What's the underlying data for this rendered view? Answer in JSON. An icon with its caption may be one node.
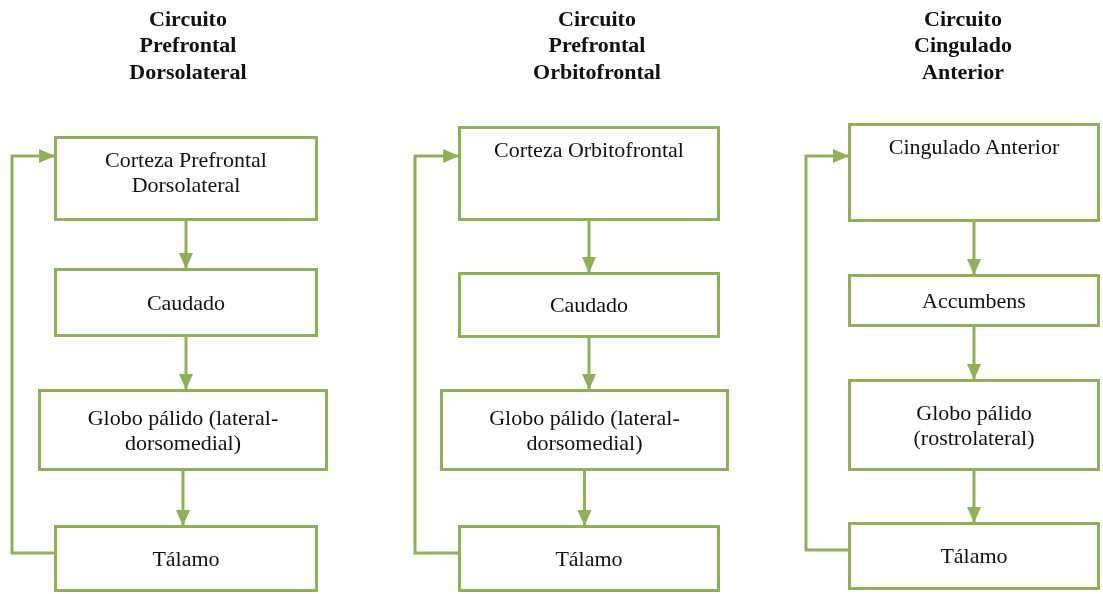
{
  "diagram": {
    "nodes": [
      {
        "text": [
          "Corteza Prefrontal Dorsolateral"
        ]
      },
      {
        "text": [
          "Caudado"
        ]
      },
      {
        "text": [
          "Globo pálido (lateral-dorsomedial)"
        ]
      },
      {
        "text": [
          "Tálamo"
        ]
      },
      {
        "text": [
          "Corteza Orbitofrontal"
        ]
      },
      {
        "text": [
          "Caudado"
        ]
      },
      {
        "text": [
          "Globo pálido (lateral-dorsomedial)"
        ]
      },
      {
        "text": [
          "Tálamo"
        ]
      },
      {
        "text": [
          "Cingulado Anterior"
        ]
      },
      {
        "text": [
          "Accumbens"
        ]
      },
      {
        "text": [
          "Globo pálido (rostrolateral)"
        ]
      },
      {
        "text": [
          "Tálamo"
        ]
      }
    ],
    "edges": [
      {
        "from": 0,
        "to": 1,
        "arrow": "to"
      },
      {
        "from": 1,
        "to": 2,
        "arrow": "to"
      },
      {
        "from": 2,
        "to": 3,
        "arrow": "to"
      },
      {
        "from": 3,
        "to": 0,
        "arrow": "to"
      },
      {
        "from": 4,
        "to": 5,
        "arrow": "to"
      },
      {
        "from": 5,
        "to": 6,
        "arrow": "to"
      },
      {
        "from": 6,
        "to": 7,
        "arrow": "to"
      },
      {
        "from": 7,
        "to": 4,
        "arrow": "to"
      },
      {
        "from": 8,
        "to": 9,
        "arrow": "to"
      },
      {
        "from": 9,
        "to": 10,
        "arrow": "to"
      },
      {
        "from": 10,
        "to": 11,
        "arrow": "to"
      },
      {
        "from": 11,
        "to": 8,
        "arrow": "to"
      }
    ],
    "labels": [
      "Circuito Prefrontal Dorsolateral",
      "Circuito Prefrontal Orbitofrontal",
      "Circuito Cingulado Anterior"
    ]
  }
}
